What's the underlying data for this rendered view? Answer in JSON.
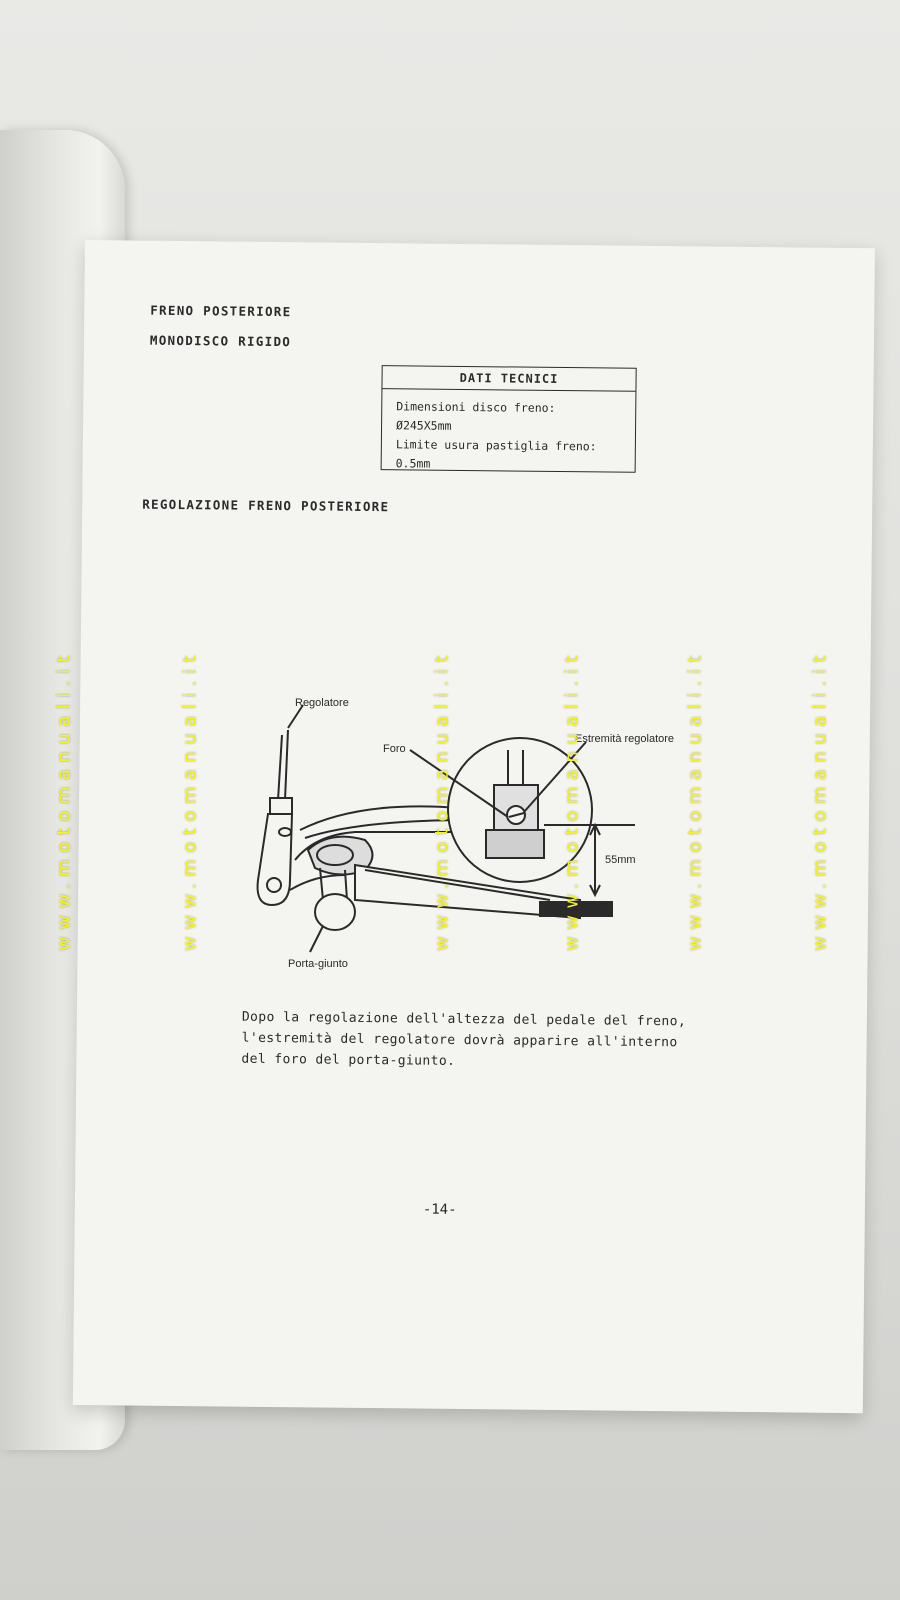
{
  "page": {
    "heading1": "FRENO POSTERIORE",
    "heading2": "MONODISCO RIGIDO",
    "tech_box": {
      "title": "DATI TECNICI",
      "lines": [
        "Dimensioni disco freno:",
        "Ø245X5mm",
        "Limite usura pastiglia freno:",
        "0.5mm"
      ]
    },
    "section_title": "REGOLAZIONE FRENO POSTERIORE",
    "diagram_labels": {
      "regolatore": "Regolatore",
      "foro": "Foro",
      "estremita": "Estremità regolatore",
      "dimension": "55mm",
      "porta_giunto": "Porta-giunto"
    },
    "body_lines": [
      "Dopo la regolazione dell'altezza del pedale del freno,",
      "l'estremità del regolatore dovrà apparire all'interno",
      "del foro del porta-giunto."
    ],
    "page_number": "-14-"
  },
  "watermark": {
    "text": "www.motomanuali.it",
    "color": "#f4f51c"
  }
}
